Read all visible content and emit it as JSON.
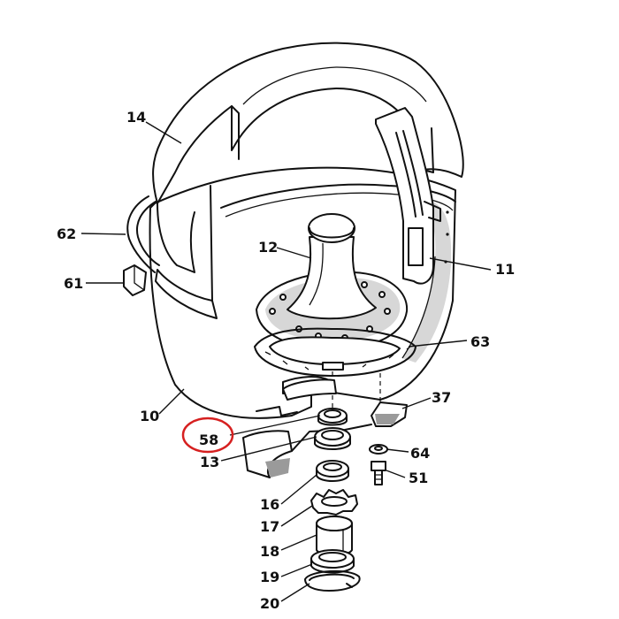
{
  "diagram": {
    "labels": {
      "p14": "14",
      "p62": "62",
      "p61": "61",
      "p12": "12",
      "p11": "11",
      "p63": "63",
      "p10": "10",
      "p37": "37",
      "p58": "58",
      "p13": "13",
      "p64": "64",
      "p51": "51",
      "p16": "16",
      "p17": "17",
      "p18": "18",
      "p19": "19",
      "p20": "20"
    },
    "highlight": {
      "part": "58",
      "color": "#d62020"
    },
    "colors": {
      "line": "#111111",
      "shade": "#d7d7d7",
      "background": "#ffffff"
    }
  }
}
